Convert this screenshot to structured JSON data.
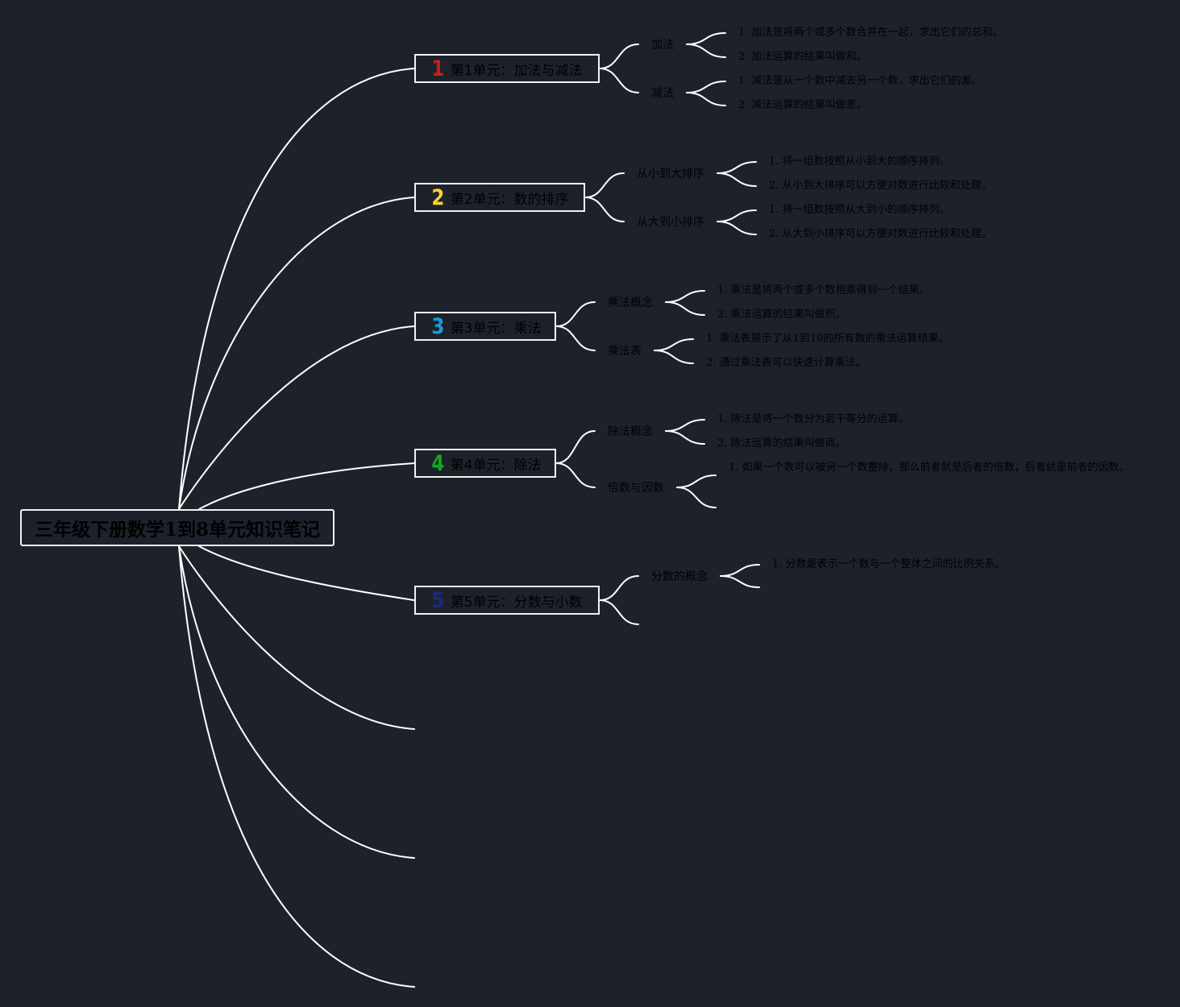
{
  "root": {
    "title": "三年级下册数学1到8单元知识笔记"
  },
  "colors": {
    "background": "#1d222a",
    "line": "#ffffff",
    "num1": "#d0191f",
    "num2": "#f3d23c",
    "num3": "#1b9be0",
    "num4": "#12a524",
    "num5": "#1a2a80"
  },
  "units": [
    {
      "num": "1",
      "label": "第1单元：加法与减法",
      "topics": [
        {
          "label": "加法",
          "notes": [
            "1. 加法是将两个或多个数合并在一起，求出它们的总和。",
            "2. 加法运算的结果叫做和。"
          ]
        },
        {
          "label": "减法",
          "notes": [
            "1. 减法是从一个数中减去另一个数，求出它们的差。",
            "2. 减法运算的结果叫做差。"
          ]
        }
      ]
    },
    {
      "num": "2",
      "label": "第2单元：数的排序",
      "topics": [
        {
          "label": "从小到大排序",
          "notes": [
            "1. 将一组数按照从小到大的顺序排列。",
            "2. 从小到大排序可以方便对数进行比较和处理。"
          ]
        },
        {
          "label": "从大到小排序",
          "notes": [
            "1. 将一组数按照从大到小的顺序排列。",
            "2. 从大到小排序可以方便对数进行比较和处理。"
          ]
        }
      ]
    },
    {
      "num": "3",
      "label": "第3单元：乘法",
      "topics": [
        {
          "label": "乘法概念",
          "notes": [
            "1. 乘法是将两个或多个数相乘得到一个结果。",
            "2. 乘法运算的结果叫做积。"
          ]
        },
        {
          "label": "乘法表",
          "notes": [
            "1. 乘法表展示了从1到10的所有数的乘法运算结果。",
            "2. 通过乘法表可以快速计算乘法。"
          ]
        }
      ]
    },
    {
      "num": "4",
      "label": "第4单元：除法",
      "topics": [
        {
          "label": "除法概念",
          "notes": [
            "1. 除法是将一个数分为若干等分的运算。",
            "2. 除法运算的结果叫做商。"
          ]
        },
        {
          "label": "倍数与因数",
          "notes": [
            "1. 如果一个数可以被另一个数整除，那么前者就是后者的倍数，后者就是前者的因数。"
          ]
        }
      ]
    },
    {
      "num": "5",
      "label": "第5单元：分数与小数",
      "topics": [
        {
          "label": "分数的概念",
          "notes": [
            "1. 分数是表示一个数与一个整体之间的比例关系。"
          ]
        }
      ]
    }
  ]
}
